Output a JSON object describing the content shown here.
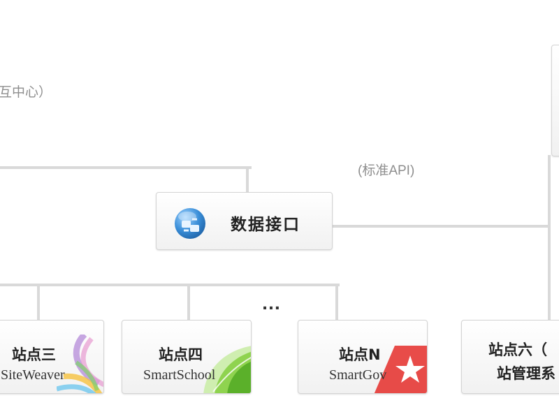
{
  "labels": {
    "top_left_fragment": "互中心）",
    "api_note": "(标准API)",
    "ellipsis": "…"
  },
  "hub": {
    "title": "数据接口",
    "icon": "data-interface-icon"
  },
  "sites": [
    {
      "title": "站点三",
      "subtitle": "SiteWeaver",
      "icon": "colorful-swirl-logo"
    },
    {
      "title": "站点四",
      "subtitle": "SmartSchool",
      "icon": "green-leaf-logo"
    },
    {
      "title": "站点N",
      "subtitle": "SmartGov",
      "icon": "red-star-logo"
    },
    {
      "title": "站点六（",
      "subtitle": "站管理系",
      "icon": ""
    }
  ],
  "colors": {
    "connector": "#d9d9d9",
    "hub_icon": "#2f7fc8",
    "leaf": "#6cbf2a",
    "star_bg": "#e53935"
  }
}
